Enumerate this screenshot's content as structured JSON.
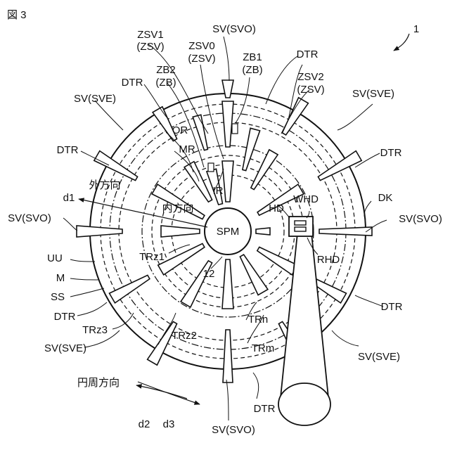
{
  "figure_title": "図 3",
  "labels": {
    "ref1": "1",
    "spm": "SPM",
    "ref12": "12",
    "zsv1": "ZSV1",
    "zsv1_sub": "(ZSV)",
    "zsv0": "ZSV0",
    "zsv0_sub": "(ZSV)",
    "zb1": "ZB1",
    "zb1_sub": "(ZB)",
    "zb2": "ZB2",
    "zb2_sub": "(ZB)",
    "zsv2": "ZSV2",
    "zsv2_sub": "(ZSV)",
    "sv_svo_top": "SV(SVO)",
    "sv_svo_left": "SV(SVO)",
    "sv_svo_right": "SV(SVO)",
    "sv_svo_bottom": "SV(SVO)",
    "sv_sve_tl": "SV(SVE)",
    "sv_sve_tr": "SV(SVE)",
    "sv_sve_bl": "SV(SVE)",
    "sv_sve_br": "SV(SVE)",
    "dtr_top_left": "DTR",
    "dtr_top_right": "DTR",
    "dtr_left": "DTR",
    "dtr_right": "DTR",
    "dtr_lower_left": "DTR",
    "dtr_lower_right": "DTR",
    "dtr_bottom": "DTR",
    "or": "OR",
    "mr": "MR",
    "ir": "IR",
    "d1": "d1",
    "outward": "外方向",
    "inward": "内方向",
    "hd": "HD",
    "whd": "WHD",
    "rhd": "RHD",
    "dk": "DK",
    "uu": "UU",
    "m": "M",
    "ss": "SS",
    "trz1": "TRz1",
    "trz2": "TRz2",
    "trz3": "TRz3",
    "trn": "TRn",
    "trm": "TRm",
    "circumferential": "円周方向",
    "d2": "d2",
    "d3": "d3"
  }
}
